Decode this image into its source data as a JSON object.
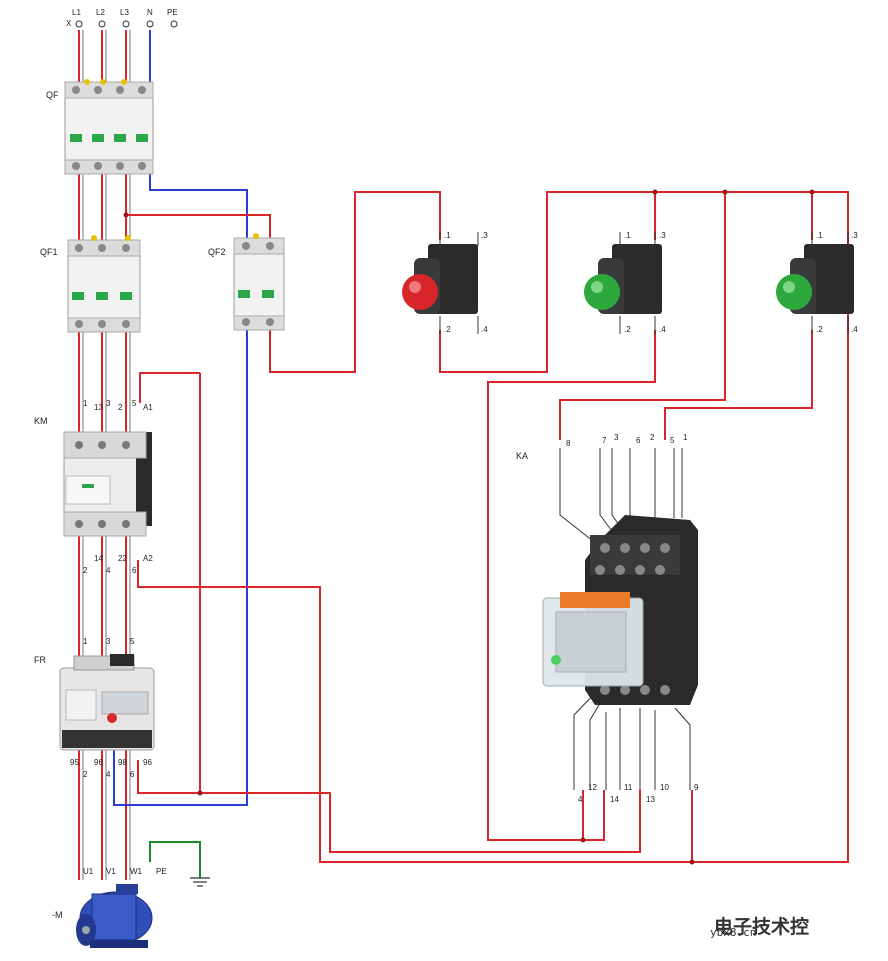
{
  "supply": {
    "l1": "L1",
    "l2": "L2",
    "l3": "L3",
    "n": "N",
    "pe": "PE",
    "x": "X"
  },
  "devices": {
    "qf": "QF",
    "qf1": "QF1",
    "qf2": "QF2",
    "km": "KM",
    "fr": "FR",
    "ka": "KA",
    "motor": "-M",
    "pe": "PE"
  },
  "km_terms": {
    "t1": "1",
    "t2": "13",
    "t3": "3",
    "t4": "2",
    "t5": "5",
    "a1": "A1",
    "b1": "2",
    "b2": "14",
    "b3": "4",
    "b4": "22",
    "b5": "6",
    "a2": "A2"
  },
  "fr_terms": {
    "t1": "1",
    "t3": "3",
    "t5": "5",
    "b95": "95",
    "b2": "2",
    "b96a": "96",
    "b4": "4",
    "b98": "98",
    "b96": "96",
    "b6": "6"
  },
  "motor_terms": {
    "u": "U1",
    "v": "V1",
    "w": "W1"
  },
  "button_terms": {
    "t1": ".1",
    "t3": ".3",
    "t2": ".2",
    "t4": ".4"
  },
  "ka_top": [
    "8",
    "7",
    "3",
    "6",
    "2",
    "5",
    "1"
  ],
  "ka_bottom": [
    "4",
    "12",
    "14",
    "11",
    "13",
    "10",
    "9"
  ],
  "watermark": {
    "name": "电子技术控",
    "url": "ybx8.cn"
  },
  "colors": {
    "red_wire": "#d9262b",
    "blue_wire": "#2a3fd0",
    "green_wire": "#1a8a2a",
    "gray_wire": "#6a6a6a"
  }
}
